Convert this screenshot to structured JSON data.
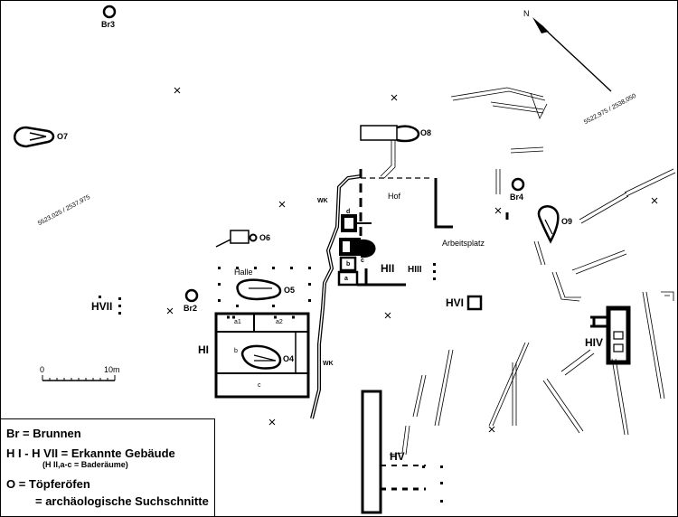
{
  "labels": {
    "north": "N",
    "br3": "Br3",
    "br2": "Br2",
    "br4": "Br4",
    "o7": "O7",
    "o8": "O8",
    "o6": "O6",
    "o5": "O5",
    "o4": "O4",
    "o9": "O9",
    "halle": "Halle",
    "hof": "Hof",
    "wk_upper": "WK",
    "wk_lower": "WK",
    "arbeitsplatz": "Arbeitsplatz",
    "h1": "HI",
    "h2": "HII",
    "h3": "HIII",
    "h4": "HIV",
    "h5": "HV",
    "h6": "HVI",
    "h7": "HVII",
    "room_a1": "a1",
    "room_a2": "a2",
    "room_b": "b",
    "room_c": "c",
    "bath_a": "a",
    "bath_b": "b",
    "bath_c": "c",
    "bath_d": "d",
    "coord_left": "5523,025 / 2537,975",
    "coord_right": "5522,975 / 2538,050",
    "scale_zero": "0",
    "scale_ten": "10m"
  },
  "legend": {
    "brunnen": "Br = Brunnen",
    "gebaeude": "H I - H VII = Erkannte Gebäude",
    "baderaeume": "(H II,a-c = Baderäume)",
    "oefen": "O = Töpferöfen",
    "suchschnitte": "= archäologische Suchschnitte"
  }
}
